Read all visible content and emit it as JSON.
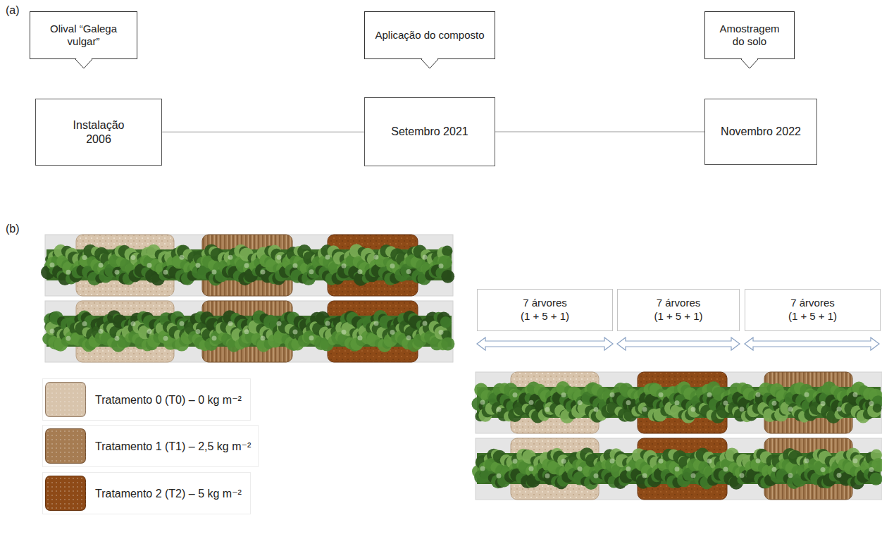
{
  "diagram": {
    "nodes": [
      {
        "text": [
          "Olival “Galega vulgar”"
        ]
      },
      {
        "text": [
          "Aplicação do composto"
        ]
      },
      {
        "text": [
          "Amostragem do solo"
        ]
      },
      {
        "text": [
          "Instalação 2006"
        ]
      },
      {
        "text": [
          "Setembro 2021"
        ]
      },
      {
        "text": [
          "Novembro 2022"
        ]
      },
      {
        "text": [
          "7 árvores (1 + 5 + 1)"
        ]
      },
      {
        "text": [
          "7 árvores (1 + 5 + 1)"
        ]
      },
      {
        "text": [
          "7 árvores (1 + 5 + 1)"
        ]
      }
    ],
    "edges": [
      {
        "from": 3,
        "to": 4,
        "arrow": "none"
      },
      {
        "from": 4,
        "to": 5,
        "arrow": "none"
      }
    ],
    "labels": [
      "(a)",
      "(b)"
    ],
    "legend": [
      {
        "text": "Tratamento 0 (T0) – 0 kg m⁻²",
        "color": "#d8c4ac"
      },
      {
        "text": "Tratamento 1 (T1) – 2,5 kg m⁻²",
        "color": "#a67c52"
      },
      {
        "text": "Tratamento 2 (T2) – 5 kg m⁻²",
        "color": "#8e4a17"
      }
    ]
  }
}
